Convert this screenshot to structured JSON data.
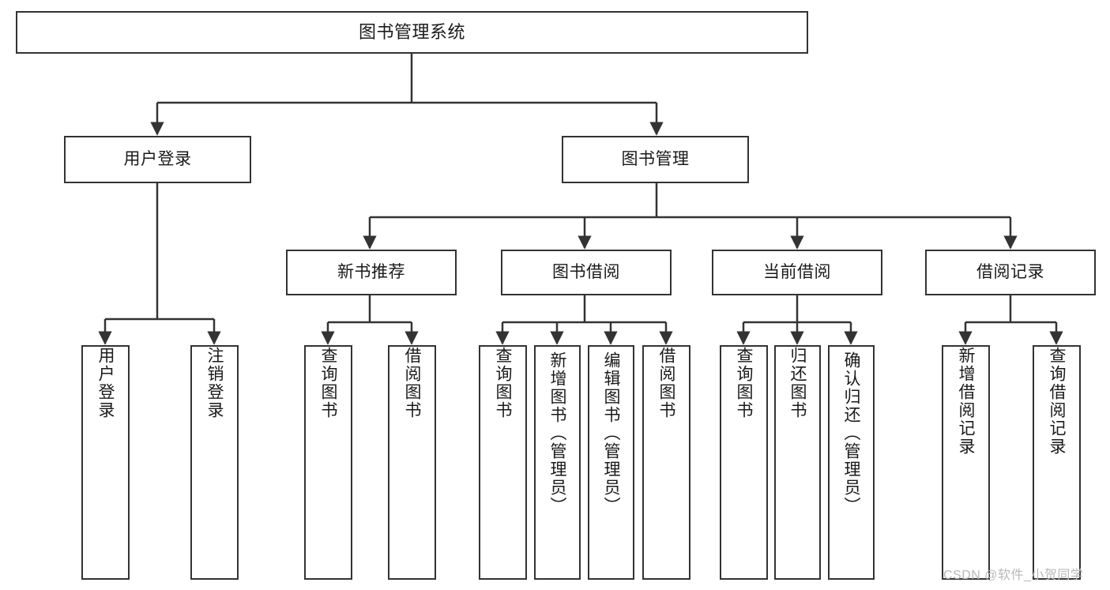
{
  "diagram": {
    "title": "图书管理系统",
    "type": "tree-hierarchy",
    "watermark": "CSDN @软件_小贺同学",
    "colors": {
      "box_border": "#333333",
      "box_fill": "#ffffff",
      "edge": "#333333",
      "text": "#1a1a1a",
      "watermark": "#b8b8b8"
    },
    "nodes": {
      "root": {
        "label": "图书管理系统"
      },
      "level2": [
        {
          "id": "user-login",
          "label": "用户登录"
        },
        {
          "id": "book-manage",
          "label": "图书管理"
        }
      ],
      "level3": [
        {
          "id": "new-book-recommend",
          "label": "新书推荐"
        },
        {
          "id": "book-borrow",
          "label": "图书借阅"
        },
        {
          "id": "current-borrow",
          "label": "当前借阅"
        },
        {
          "id": "borrow-record",
          "label": "借阅记录"
        }
      ],
      "leaves": {
        "user_login": [
          {
            "id": "leaf-user-login",
            "label": "用户登录"
          },
          {
            "id": "leaf-logout-login",
            "label": "注销登录"
          }
        ],
        "new_book_recommend": [
          {
            "id": "leaf-query-book-1",
            "label": "查询图书"
          },
          {
            "id": "leaf-borrow-book-1",
            "label": "借阅图书"
          }
        ],
        "book_borrow": [
          {
            "id": "leaf-query-book-2",
            "label": "查询图书"
          },
          {
            "id": "leaf-add-book",
            "label": "新增图书（管理员）"
          },
          {
            "id": "leaf-edit-book",
            "label": "编辑图书（管理员）"
          },
          {
            "id": "leaf-borrow-book-2",
            "label": "借阅图书"
          }
        ],
        "current_borrow": [
          {
            "id": "leaf-query-book-3",
            "label": "查询图书"
          },
          {
            "id": "leaf-return-book",
            "label": "归还图书"
          },
          {
            "id": "leaf-confirm-return",
            "label": "确认归还（管理员）"
          }
        ],
        "borrow_record": [
          {
            "id": "leaf-add-record",
            "label": "新增借阅记录"
          },
          {
            "id": "leaf-query-record",
            "label": "查询借阅记录"
          }
        ]
      }
    }
  }
}
